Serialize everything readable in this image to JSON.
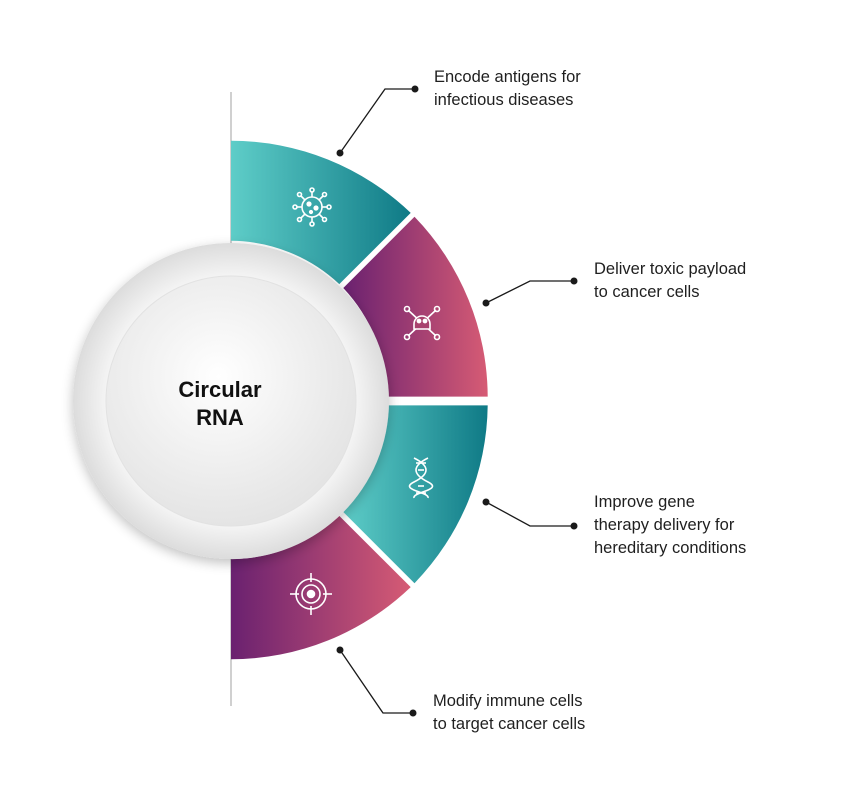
{
  "center": {
    "line1": "Circular",
    "line2": "RNA"
  },
  "segments": [
    {
      "icon": "virus-icon",
      "label_lines": [
        "Encode antigens for",
        "infectious diseases"
      ],
      "gradient": [
        "#5ecdc8",
        "#0f7a86"
      ]
    },
    {
      "icon": "skull-crossbones-icon",
      "label_lines": [
        "Deliver toxic payload",
        "to cancer cells"
      ],
      "gradient": [
        "#6a2170",
        "#d65b74"
      ]
    },
    {
      "icon": "dna-icon",
      "label_lines": [
        "Improve gene",
        "therapy delivery for",
        "hereditary conditions"
      ],
      "gradient": [
        "#5ecdc8",
        "#0f7a86"
      ]
    },
    {
      "icon": "target-icon",
      "label_lines": [
        "Modify immune cells",
        "to target cancer cells"
      ],
      "gradient": [
        "#6a2170",
        "#d65b74"
      ]
    }
  ],
  "colors": {
    "teal": "#0f7a86",
    "teal_light": "#5ecdc8",
    "purple": "#6a2170",
    "pink": "#d65b74",
    "leader": "#1a1a1a"
  }
}
